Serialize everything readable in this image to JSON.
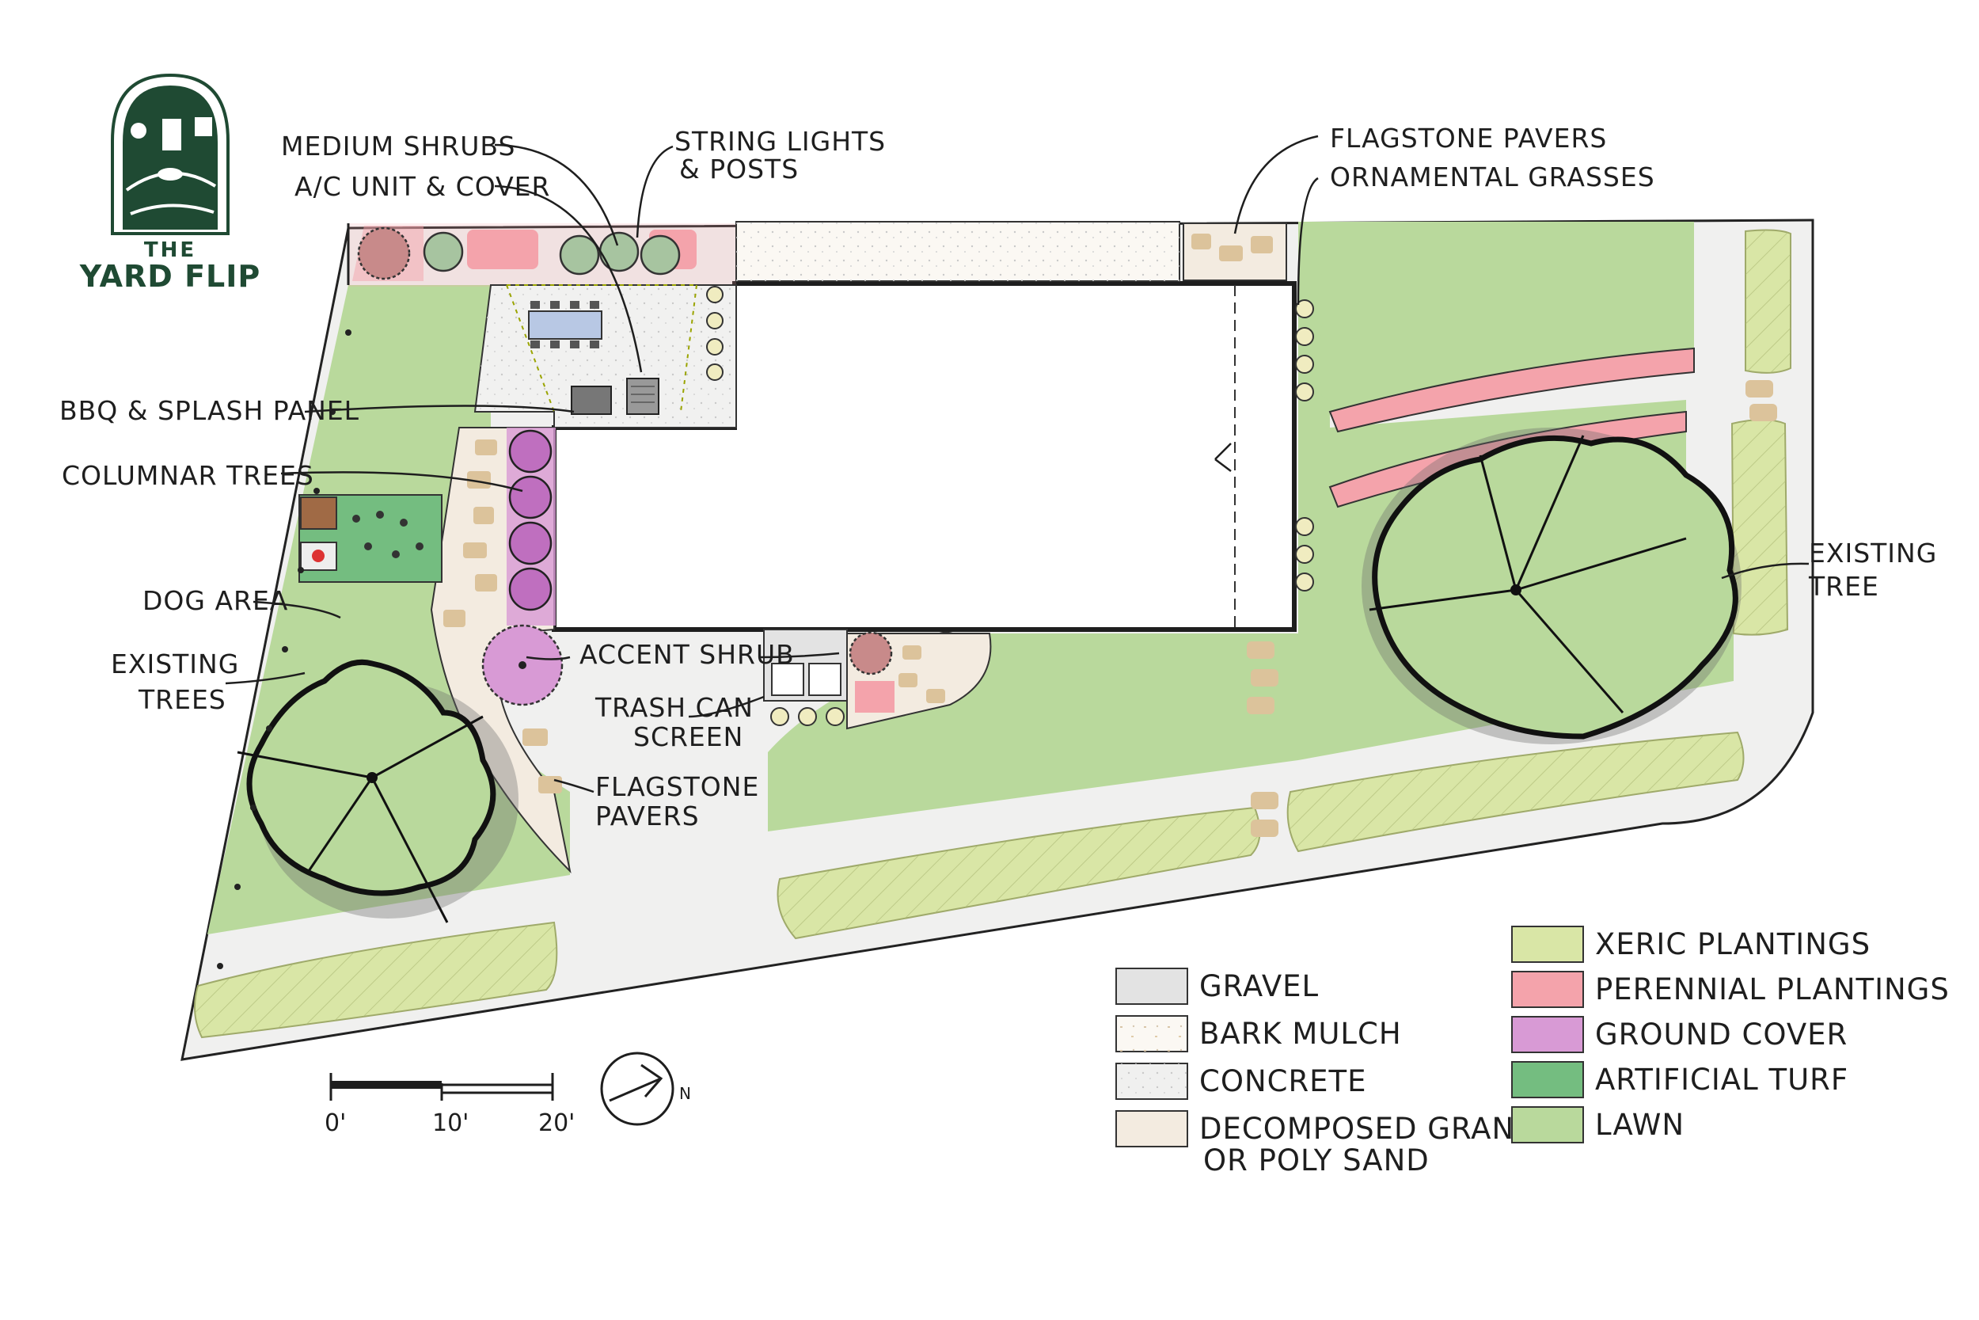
{
  "logo": {
    "the": "THE",
    "name": "YARD FLIP"
  },
  "labels": {
    "medium_shrubs": "MEDIUM SHRUBS",
    "ac_unit": "A/C UNIT & COVER",
    "string_lights_1": "STRING LIGHTS",
    "string_lights_2": "& POSTS",
    "flagstone_pavers_top": "FLAGSTONE PAVERS",
    "ornamental_grasses": "ORNAMENTAL GRASSES",
    "bbq": "BBQ & SPLASH PANEL",
    "columnar_trees": "COLUMNAR TREES",
    "dog_area": "DOG AREA",
    "existing_trees_1": "EXISTING",
    "existing_trees_2": "TREES",
    "accent_shrub": "ACCENT SHRUB",
    "trash_1": "TRASH CAN",
    "trash_2": "SCREEN",
    "flagstone_1": "FLAGSTONE",
    "flagstone_2": "PAVERS",
    "existing_tree_1": "EXISTING",
    "existing_tree_2": "TREE"
  },
  "legend": {
    "gravel": "GRAVEL",
    "bark_mulch": "BARK MULCH",
    "concrete": "CONCRETE",
    "dg_1": "DECOMPOSED GRANITE",
    "dg_2": "OR POLY SAND",
    "xeric": "XERIC PLANTINGS",
    "perennial": "PERENNIAL PLANTINGS",
    "ground_cover": "GROUND COVER",
    "artificial_turf": "ARTIFICIAL TURF",
    "lawn": "LAWN"
  },
  "scale": {
    "zero": "0'",
    "ten": "10'",
    "twenty": "20'"
  },
  "north": "N",
  "colors": {
    "lawn": "#b9d99c",
    "xeric": "#d9e6a6",
    "perennial": "#f4a3ab",
    "ground_cover": "#d89ad5",
    "artificial_turf": "#74bd80",
    "gravel": "#e3e3e3",
    "concrete": "#f0f0ef",
    "decomposed_granite": "#f3ebe0",
    "bark_mulch": "#fbf8f3",
    "logo": "#1f4a33"
  }
}
